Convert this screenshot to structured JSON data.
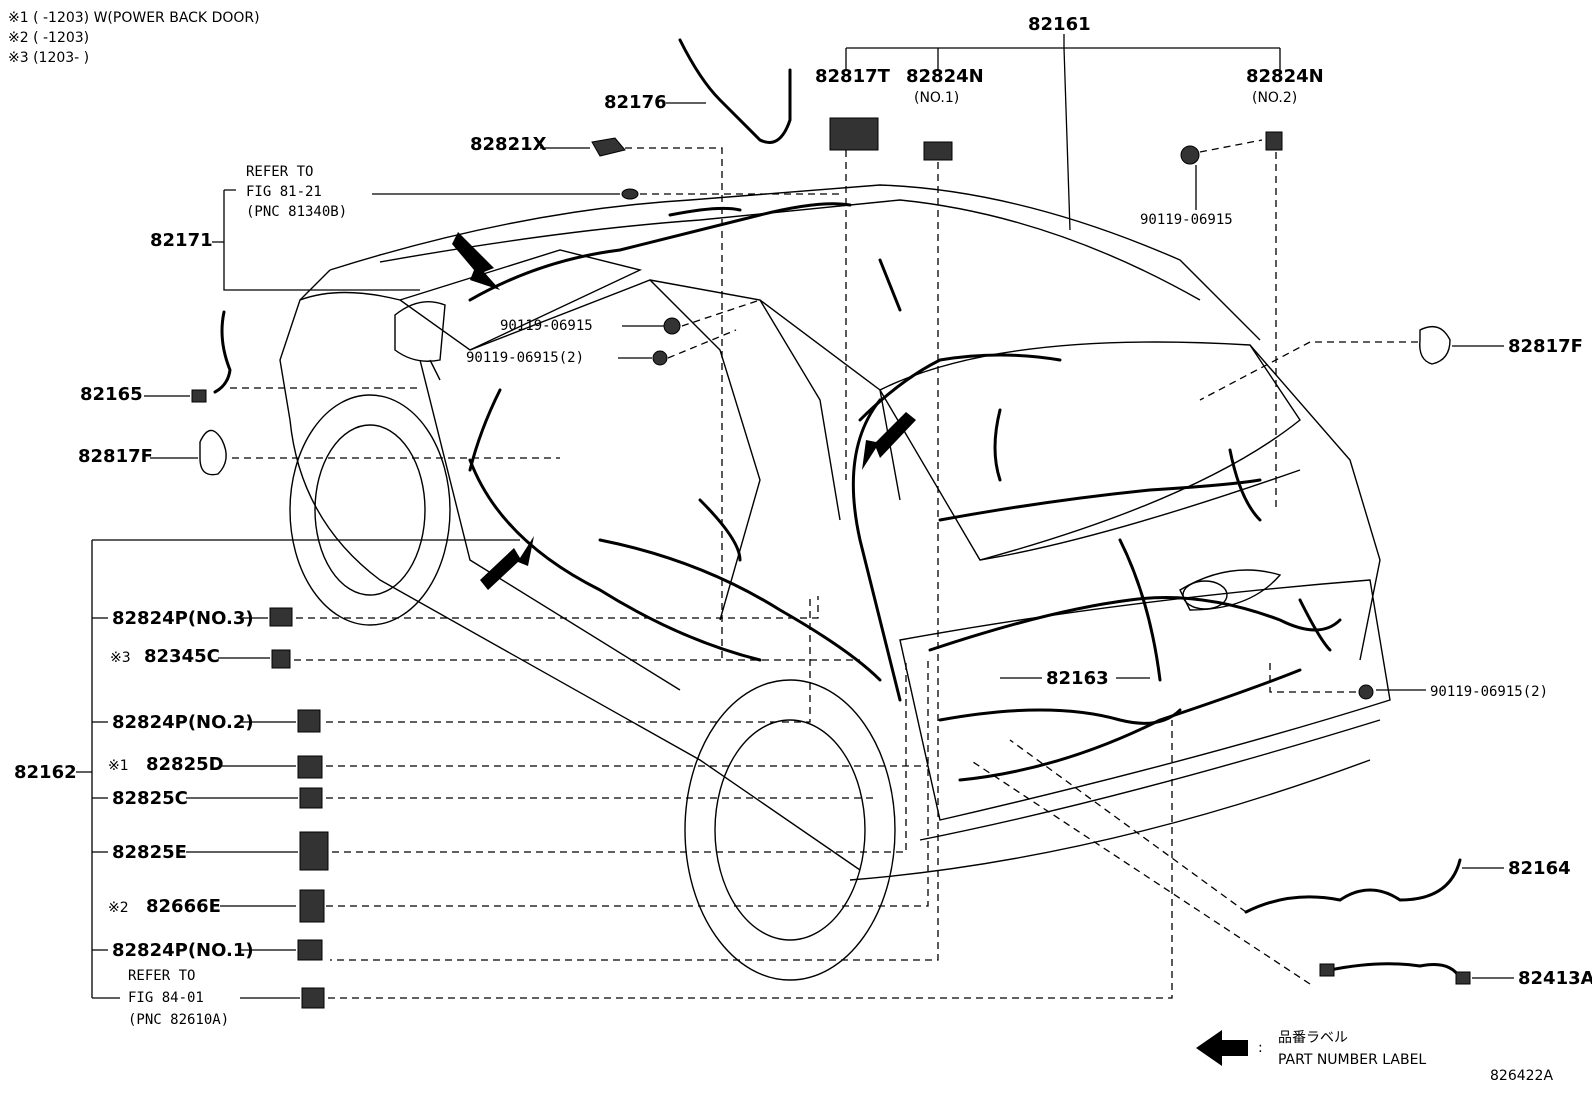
{
  "notes": [
    "※1 (      -1203) W(POWER BACK DOOR)",
    "※2 (      -1203)",
    "※3 (1203-      )"
  ],
  "parts": {
    "p82161": "82161",
    "p82817T": "82817T",
    "p82824N_1": "82824N",
    "p82824N_1_sub": "(NO.1)",
    "p82824N_2": "82824N",
    "p82824N_2_sub": "(NO.2)",
    "p82176": "82176",
    "p82821X": "82821X",
    "p90119_top": "90119-06915",
    "p82171": "82171",
    "refer_top_1": "REFER TO",
    "refer_top_2": "FIG 81-21",
    "refer_top_3": "(PNC 81340B)",
    "p90119_a": "90119-06915",
    "p90119_b": "90119-06915(2)",
    "p82165": "82165",
    "p82817F_left": "82817F",
    "p82817F_right": "82817F",
    "p82824P_3": "82824P(NO.3)",
    "p82345C_mark": "※3",
    "p82345C": "82345C",
    "p82824P_2": "82824P(NO.2)",
    "p82825D_mark": "※1",
    "p82825D": "82825D",
    "p82162": "82162",
    "p82825C": "82825C",
    "p82825E": "82825E",
    "p82666E_mark": "※2",
    "p82666E": "82666E",
    "p82824P_1": "82824P(NO.1)",
    "refer_bot_1": "REFER TO",
    "refer_bot_2": "FIG 84-01",
    "refer_bot_3": "(PNC 82610A)",
    "p82163": "82163",
    "p90119_right": "90119-06915(2)",
    "p82164": "82164",
    "p82413A": "82413A"
  },
  "legend": {
    "jp": "品番ラベル",
    "colon": ":",
    "en": "PART NUMBER LABEL"
  },
  "figure_id": "826422A"
}
